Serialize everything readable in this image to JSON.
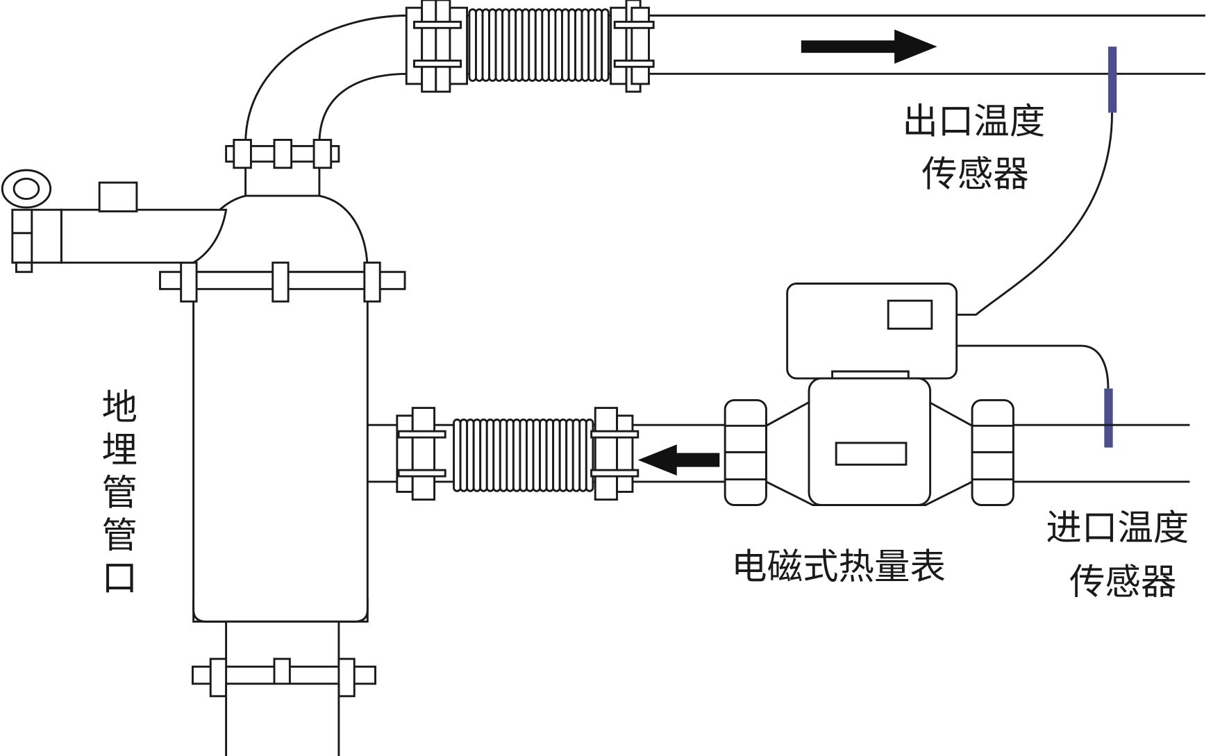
{
  "labels": {
    "outlet_sensor_line1": "出口温度",
    "outlet_sensor_line2": "传感器",
    "inlet_sensor_line1": "进口温度",
    "inlet_sensor_line2": "传感器",
    "heat_meter": "电磁式热量表",
    "ground_pipe_port": [
      "地",
      "埋",
      "管",
      "管",
      "口"
    ]
  },
  "colors": {
    "line": "#1a1a1a",
    "sensor": "#4b4f8c",
    "arrow": "#111111"
  }
}
